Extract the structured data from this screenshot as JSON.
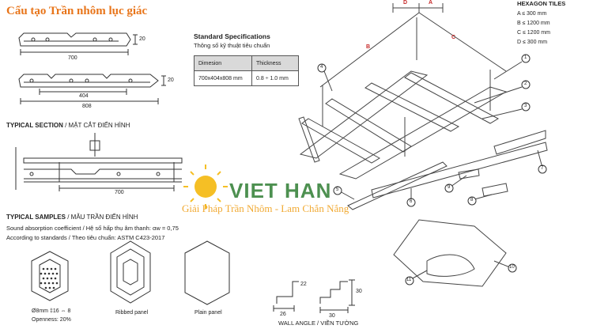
{
  "title": "Cấu tạo Trần nhôm lục giác",
  "panel_dims": {
    "top_height": "20",
    "top_width": "700",
    "bottom_height": "20",
    "bottom_inner": "404",
    "bottom_width": "808"
  },
  "specs": {
    "heading": "Standard Specifications",
    "subheading": "Thông số kỹ thuật tiêu chuẩn",
    "col_dimension": "Dimesion",
    "col_thickness": "Thickness",
    "dimension_value": "700x404x808 mm",
    "thickness_value": "0.8 ÷ 1.0 mm"
  },
  "typical_section": {
    "heading_bold": "TYPICAL SECTION",
    "heading_rest": " / MẶT CẮT ĐIỂN HÌNH",
    "dim": "700"
  },
  "typical_samples": {
    "heading_bold": "TYPICAL SAMPLES",
    "heading_rest": " / MẪU TRẦN ĐIỂN HÌNH",
    "line1": "Sound absorption coefficient / Hệ số hấp thụ âm thanh: αw = 0,75",
    "line2": "According to standards / Theo tiêu chuẩn: ASTM C423-2017",
    "perf_caption1": "Ø8mm  ‡16 ⇔ 8",
    "perf_caption2": "Openness: 20%",
    "ribbed": "Ribbed panel",
    "plain": "Plain panel",
    "wall_angle": "WALL ANGLE / VIỀN TƯỜNG",
    "wa_dims": [
      "22",
      "26",
      "30",
      "30"
    ]
  },
  "hexagon_tiles": {
    "heading": "HEXAGON TILES",
    "rows": [
      "A ≤ 300   mm",
      "B ≤ 1200 mm",
      "C ≤ 1200 mm",
      "D ≤ 300   mm"
    ]
  },
  "iso_labels": {
    "D": "D",
    "A": "A",
    "B": "B",
    "C": "C",
    "n": [
      "1",
      "2",
      "3",
      "4",
      "5",
      "6",
      "7",
      "8",
      "9",
      "10",
      "11"
    ]
  },
  "brand": {
    "name": "VIET HAN",
    "slogan": "Giải Pháp Trần Nhôm - Lam Chắn Nắng"
  },
  "colors": {
    "title": "#e8751a",
    "brand": "#2e7d32",
    "slogan": "#f0a11e"
  }
}
